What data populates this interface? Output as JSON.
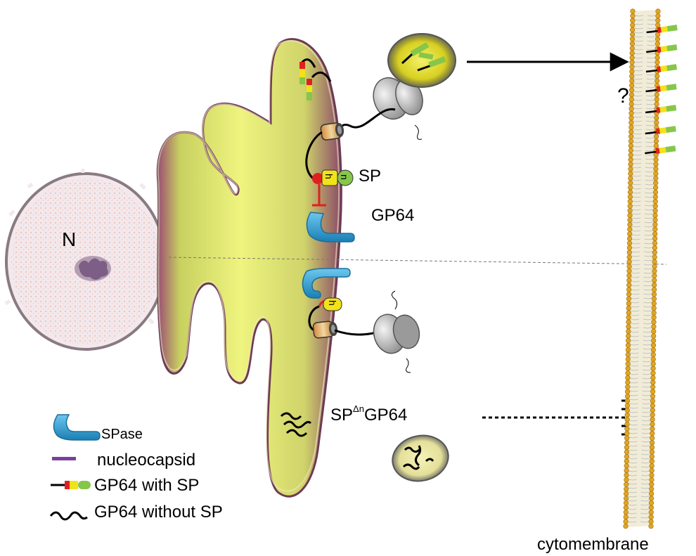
{
  "labels": {
    "nucleus": "N",
    "sp": "SP",
    "gp64": "GP64",
    "sp_delta_gp64": {
      "base": "SP",
      "superscript": "Δn",
      "suffix": "GP64"
    },
    "question_mark": "?",
    "cytomembrane": "cytomembrane",
    "h_region_top": "h",
    "n_region_top": "n",
    "h_region_bottom": "h"
  },
  "legend": [
    {
      "icon": "spase-icon",
      "label": "SPase"
    },
    {
      "icon": "nucleocapsid-icon",
      "label": "nucleocapsid"
    },
    {
      "icon": "gp64-with-sp-icon",
      "label": "GP64 with SP"
    },
    {
      "icon": "gp64-without-sp-icon",
      "label": "GP64 without SP"
    }
  ],
  "colors": {
    "er_outer": "#8e4f6e",
    "er_inner": "#e8f27a",
    "spase": "#3aa6d6",
    "nucleocapsid": "#7a3fa0",
    "signal_red": "#e02020",
    "signal_yellow": "#f2e21a",
    "signal_green": "#86c64a",
    "membrane_head": "#e2a623",
    "ribosome": "#b0b0b0"
  }
}
